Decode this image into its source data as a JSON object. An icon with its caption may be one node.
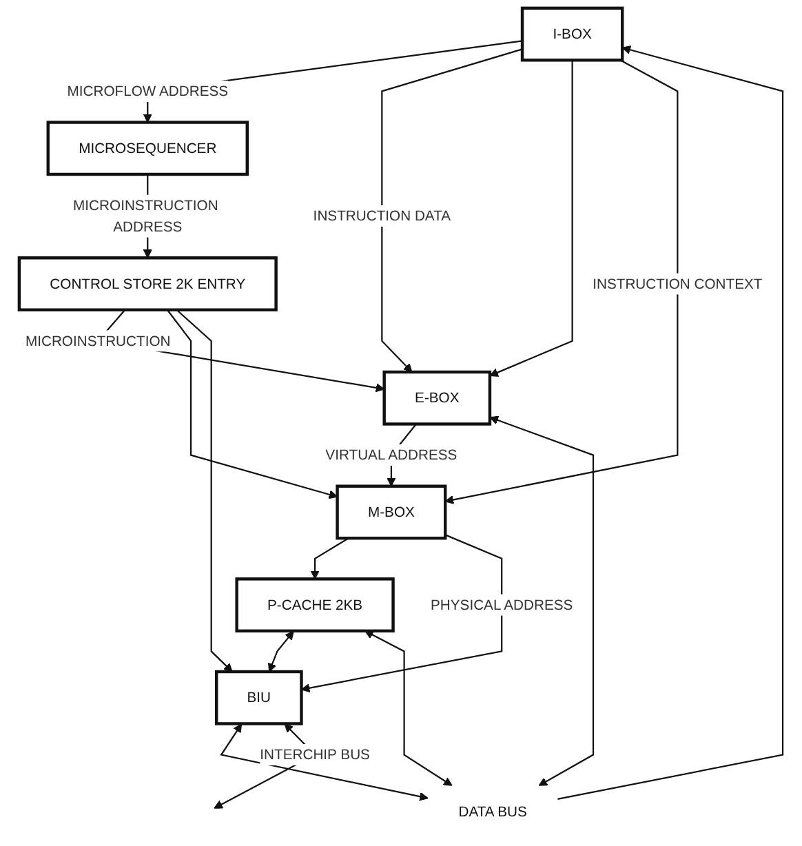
{
  "diagram": {
    "nodes": [
      {
        "text": [
          "I-BOX"
        ]
      },
      {
        "text": [
          "MICROSEQUENCER"
        ]
      },
      {
        "text": [
          "CONTROL STORE 2K ENTRY"
        ]
      },
      {
        "text": [
          "E-BOX"
        ]
      },
      {
        "text": [
          "M-BOX"
        ]
      },
      {
        "text": [
          "BIU"
        ]
      },
      {
        "text": [
          "P-CACHE 2KB"
        ]
      },
      {
        "text": [
          "DATA BUS"
        ]
      }
    ],
    "edges": [
      {
        "from": 0,
        "to": 1,
        "arrow": "to",
        "label": "MICROFLOW ADDRESS"
      },
      {
        "from": 1,
        "to": 2,
        "arrow": "to",
        "label": "MICROINSTRUCTION ADDRESS"
      },
      {
        "from": 0,
        "to": 3,
        "arrow": "to",
        "label": "INSTRUCTION DATA"
      },
      {
        "from": 0,
        "to": 3,
        "arrow": "to"
      },
      {
        "from": 0,
        "to": 4,
        "arrow": "to",
        "label": "INSTRUCTION CONTEXT"
      },
      {
        "from": 2,
        "to": 3,
        "arrow": "to",
        "label": "MICROINSTRUCTION"
      },
      {
        "from": 2,
        "to": 4,
        "arrow": "to"
      },
      {
        "from": 2,
        "to": 5,
        "arrow": "to"
      },
      {
        "from": 3,
        "to": 4,
        "arrow": "to",
        "label": "VIRTUAL ADDRESS"
      },
      {
        "from": 4,
        "to": 6,
        "arrow": "to"
      },
      {
        "from": 4,
        "to": 5,
        "arrow": "to",
        "label": "PHYSICAL ADDRESS"
      },
      {
        "from": 6,
        "to": 5,
        "arrow": "both"
      },
      {
        "from": 7,
        "to": 0,
        "arrow": "to"
      },
      {
        "from": 7,
        "to": 3,
        "arrow": "both"
      },
      {
        "from": 7,
        "to": 6,
        "arrow": "both"
      },
      {
        "from": 5,
        "to": 7,
        "arrow": "both"
      },
      {
        "from": 5,
        "to": null,
        "arrow": "both",
        "label": "INTERCHIP BUS"
      }
    ]
  }
}
